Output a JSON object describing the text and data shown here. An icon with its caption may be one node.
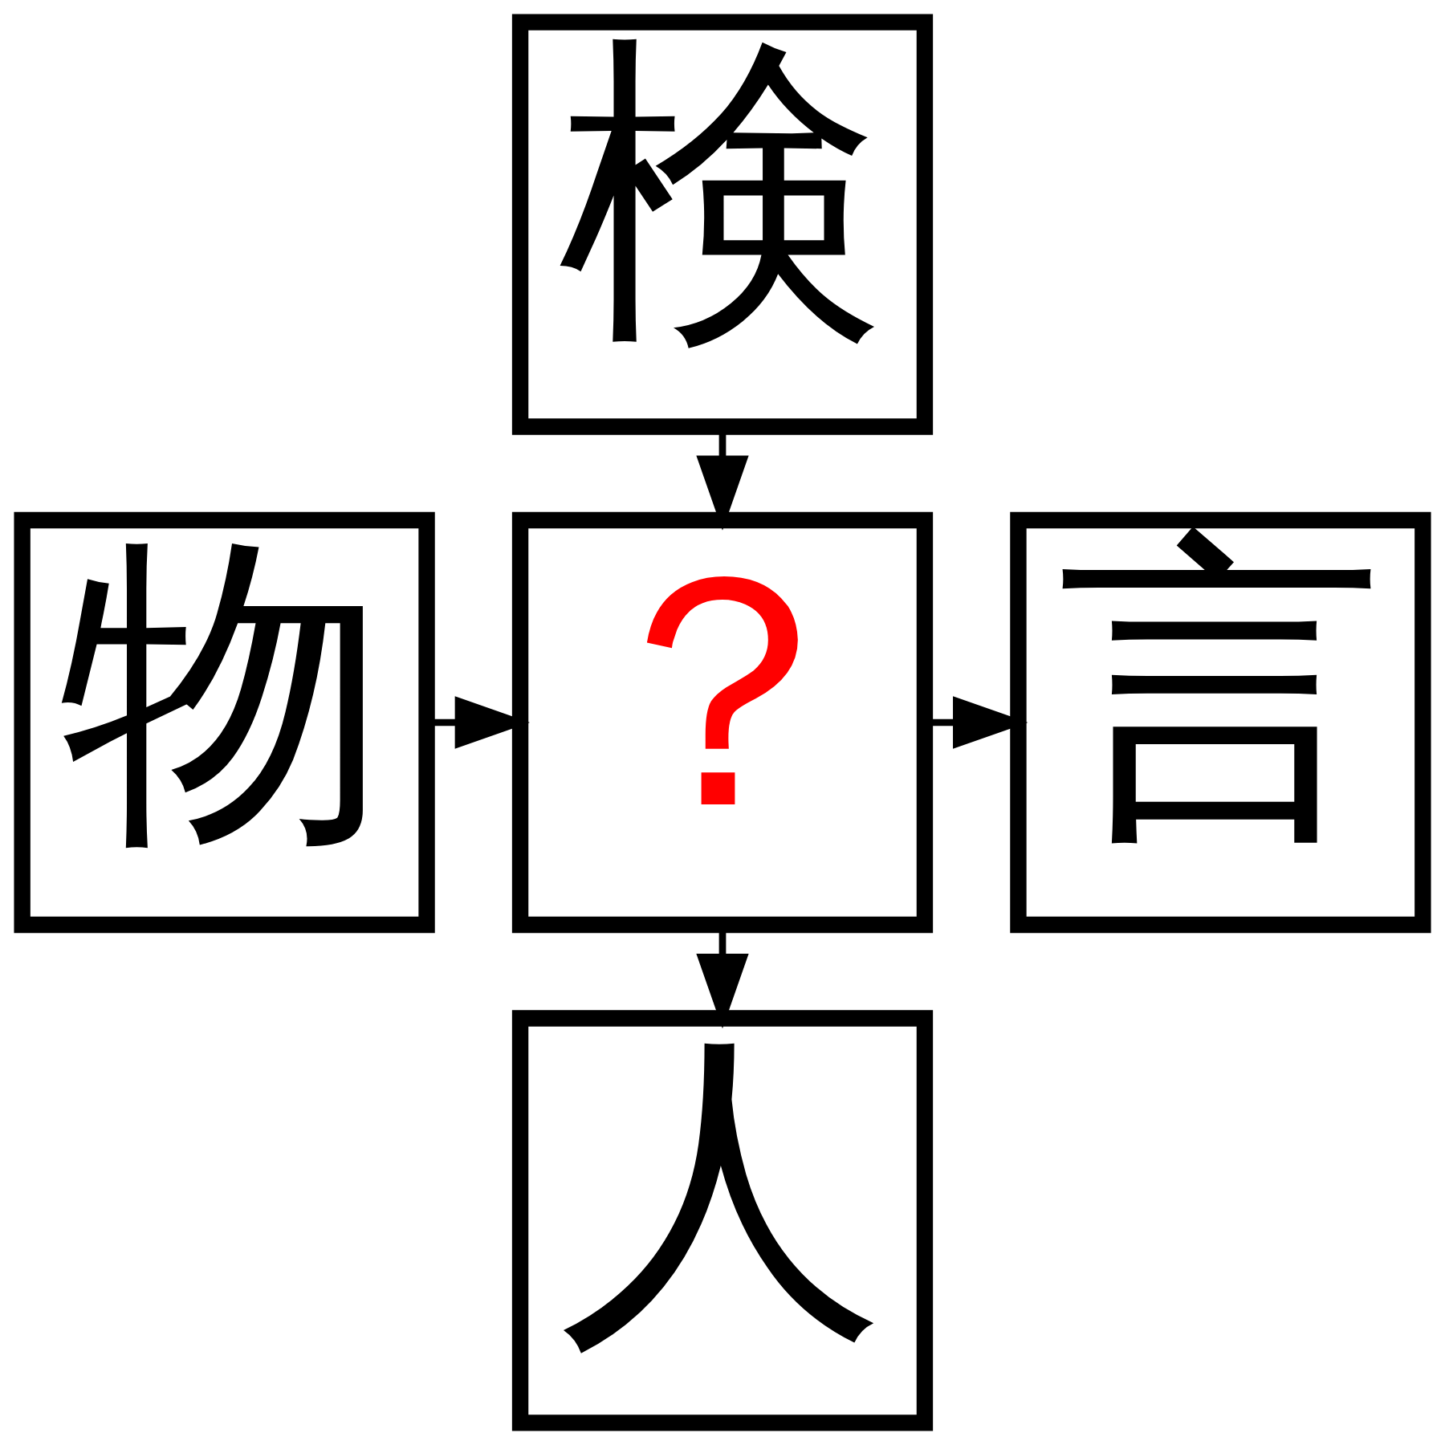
{
  "diagram": {
    "nodes": [
      {
        "text": [
          "検"
        ]
      },
      {
        "text": [
          "物"
        ]
      },
      {
        "text": [
          "？"
        ]
      },
      {
        "text": [
          "言"
        ]
      },
      {
        "text": [
          "人"
        ]
      }
    ],
    "edges": [
      {
        "from": 0,
        "to": 2,
        "arrow": "to"
      },
      {
        "from": 1,
        "to": 2,
        "arrow": "to"
      },
      {
        "from": 2,
        "to": 3,
        "arrow": "to"
      },
      {
        "from": 2,
        "to": 4,
        "arrow": "to"
      }
    ]
  }
}
